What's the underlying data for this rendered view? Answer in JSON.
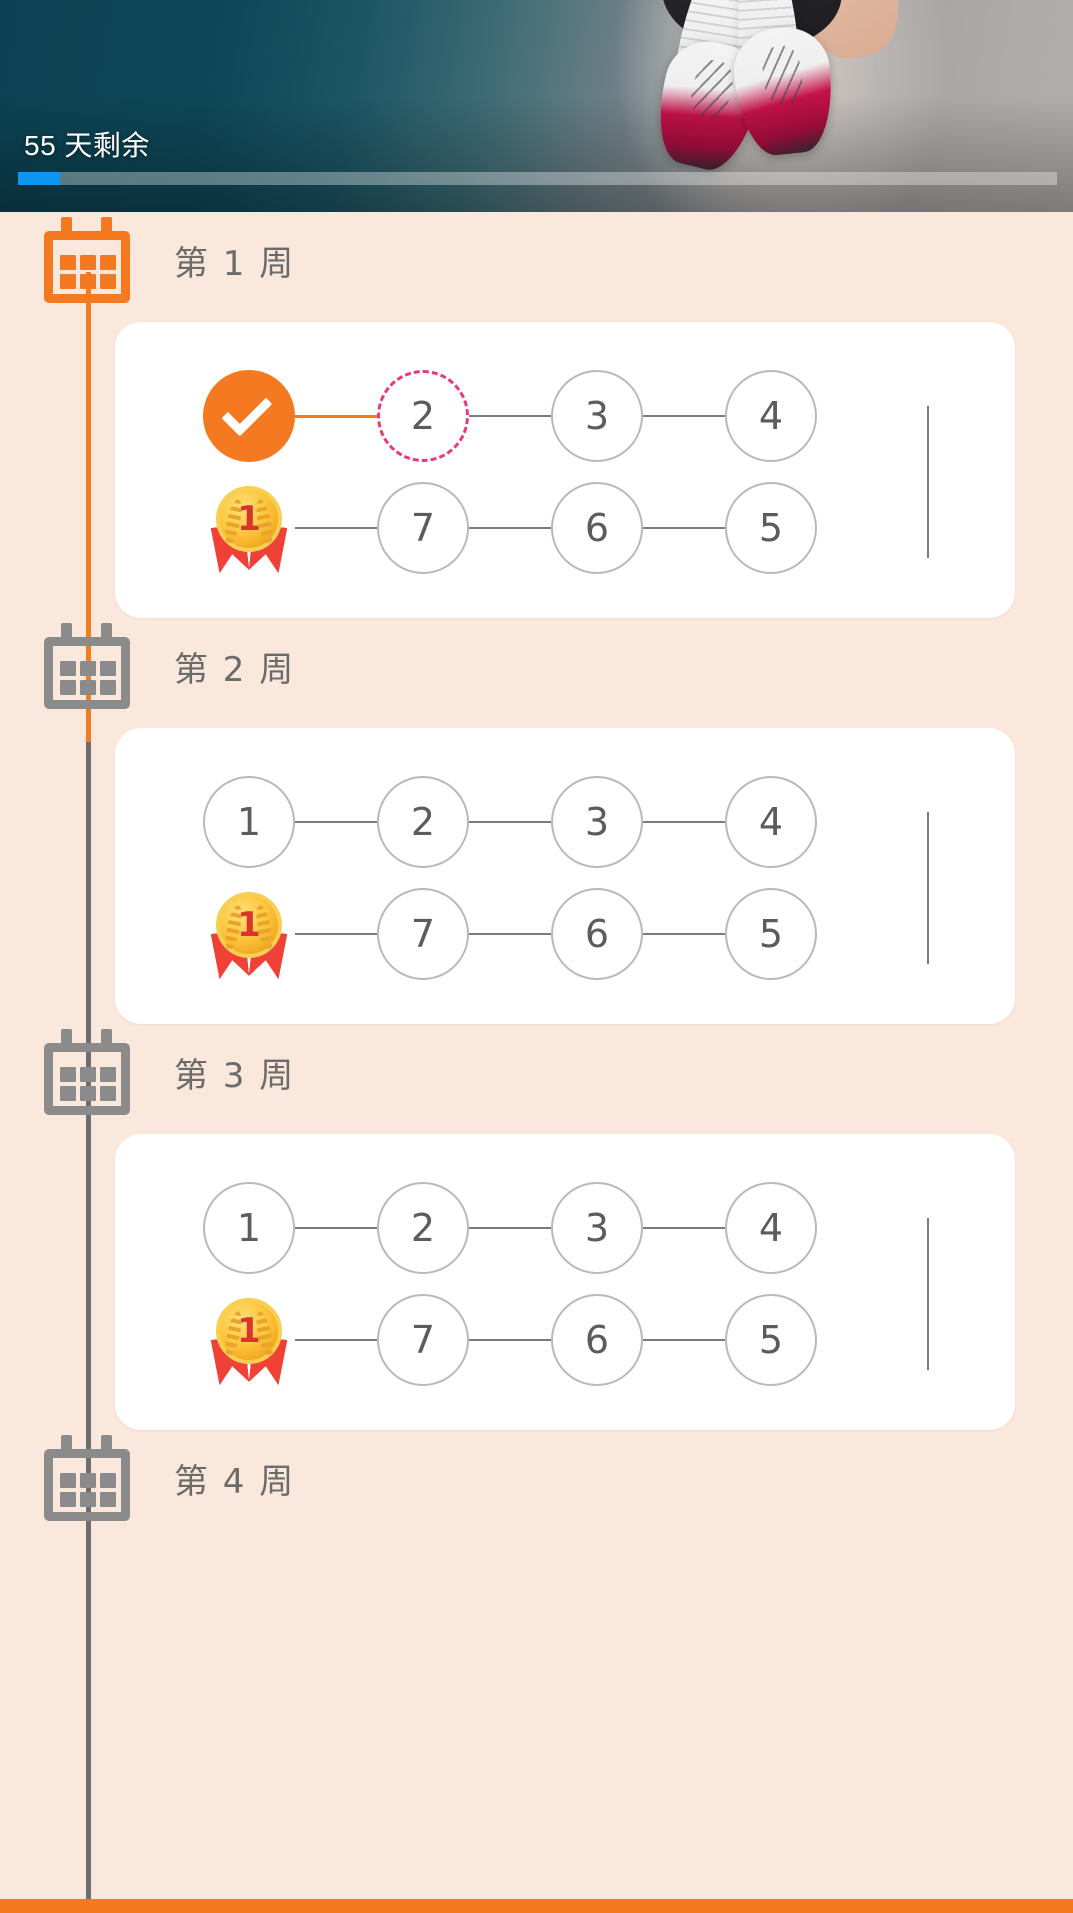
{
  "header": {
    "title": "55 天剩余",
    "progress_percent": 4,
    "progress_fill_color": "#0d96f2",
    "progress_track_color": "rgba(255,255,255,0.34)",
    "background_photo_alt": "jump-rope-legs-photo"
  },
  "theme": {
    "page_background": "#fae8dc",
    "card_background": "#ffffff",
    "accent_orange": "#f47920",
    "spine_active": "#ef7d22",
    "spine_inactive": "#6e6e6e",
    "node_border": "#b9b9b9",
    "node_text": "#5c5c5c",
    "current_node_dash": "#e8397f",
    "label_text": "#6b6b6b",
    "bottom_bar": "#f47920"
  },
  "weeks": [
    {
      "label": "第 1 周",
      "state": "active",
      "calendar_icon_color": "#f47920",
      "rows": [
        {
          "nodes": [
            {
              "type": "done",
              "icon": "check-icon",
              "label": ""
            },
            {
              "type": "current",
              "label": "2"
            },
            {
              "type": "pending",
              "label": "3"
            },
            {
              "type": "pending",
              "label": "4"
            }
          ],
          "link_colors": [
            "#ef7d22",
            "#7c7c7c",
            "#7c7c7c"
          ]
        },
        {
          "nodes": [
            {
              "type": "medal",
              "icon": "gold-medal-icon",
              "label": "1"
            },
            {
              "type": "pending",
              "label": "7"
            },
            {
              "type": "pending",
              "label": "6"
            },
            {
              "type": "pending",
              "label": "5"
            }
          ],
          "link_colors": [
            "#7c7c7c",
            "#7c7c7c",
            "#7c7c7c"
          ]
        }
      ]
    },
    {
      "label": "第 2 周",
      "state": "locked",
      "calendar_icon_color": "#8b8b8b",
      "rows": [
        {
          "nodes": [
            {
              "type": "pending",
              "label": "1"
            },
            {
              "type": "pending",
              "label": "2"
            },
            {
              "type": "pending",
              "label": "3"
            },
            {
              "type": "pending",
              "label": "4"
            }
          ],
          "link_colors": [
            "#7c7c7c",
            "#7c7c7c",
            "#7c7c7c"
          ]
        },
        {
          "nodes": [
            {
              "type": "medal",
              "icon": "gold-medal-icon",
              "label": "1"
            },
            {
              "type": "pending",
              "label": "7"
            },
            {
              "type": "pending",
              "label": "6"
            },
            {
              "type": "pending",
              "label": "5"
            }
          ],
          "link_colors": [
            "#7c7c7c",
            "#7c7c7c",
            "#7c7c7c"
          ]
        }
      ]
    },
    {
      "label": "第 3 周",
      "state": "locked",
      "calendar_icon_color": "#8b8b8b",
      "rows": [
        {
          "nodes": [
            {
              "type": "pending",
              "label": "1"
            },
            {
              "type": "pending",
              "label": "2"
            },
            {
              "type": "pending",
              "label": "3"
            },
            {
              "type": "pending",
              "label": "4"
            }
          ],
          "link_colors": [
            "#7c7c7c",
            "#7c7c7c",
            "#7c7c7c"
          ]
        },
        {
          "nodes": [
            {
              "type": "medal",
              "icon": "gold-medal-icon",
              "label": "1"
            },
            {
              "type": "pending",
              "label": "7"
            },
            {
              "type": "pending",
              "label": "6"
            },
            {
              "type": "pending",
              "label": "5"
            }
          ],
          "link_colors": [
            "#7c7c7c",
            "#7c7c7c",
            "#7c7c7c"
          ]
        }
      ]
    },
    {
      "label": "第 4 周",
      "state": "locked",
      "calendar_icon_color": "#8b8b8b",
      "rows": []
    }
  ]
}
